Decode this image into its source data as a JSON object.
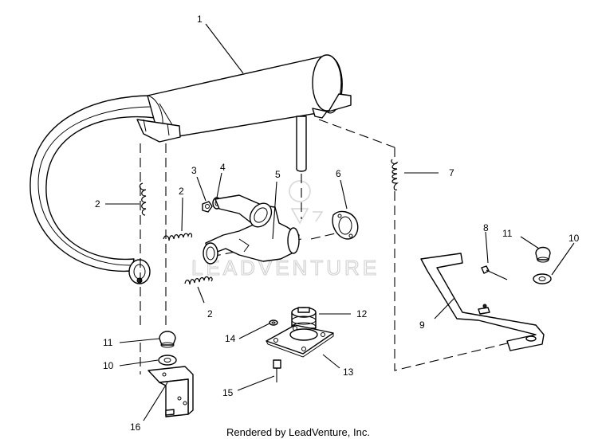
{
  "diagram": {
    "callouts": {
      "c1": "1",
      "c2a": "2",
      "c2b": "2",
      "c2c": "2",
      "c3": "3",
      "c4": "4",
      "c5": "5",
      "c6": "6",
      "c7": "7",
      "c8": "8",
      "c9": "9",
      "c10a": "10",
      "c10b": "10",
      "c11a": "11",
      "c11b": "11",
      "c12": "12",
      "c13": "13",
      "c14": "14",
      "c15": "15",
      "c16": "16"
    },
    "watermark": "LEADVENTURE",
    "credit": "Rendered by LeadVenture, Inc."
  }
}
